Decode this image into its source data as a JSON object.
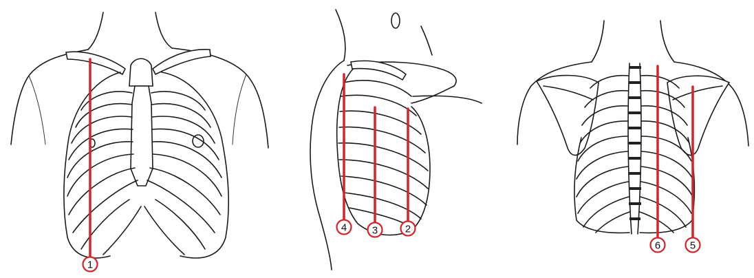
{
  "figure": {
    "views": [
      {
        "view": "anterior",
        "markers": [
          "1"
        ]
      },
      {
        "view": "lateral",
        "markers": [
          "4",
          "3",
          "2"
        ]
      },
      {
        "view": "posterior",
        "markers": [
          "6",
          "5"
        ]
      }
    ],
    "colors": {
      "line": "#d8222a",
      "sketch": "#1a1a1a",
      "background": "#ffffff"
    }
  },
  "markers": {
    "m1": "1",
    "m2": "2",
    "m3": "3",
    "m4": "4",
    "m5": "5",
    "m6": "6"
  }
}
